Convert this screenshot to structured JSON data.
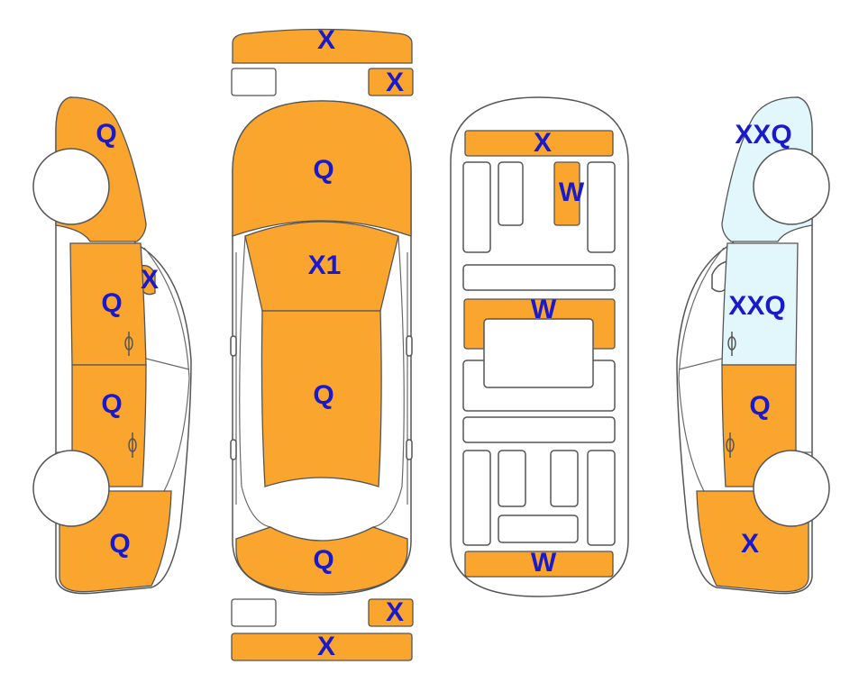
{
  "colors": {
    "damage_fill": "#FAA52E",
    "light_fill": "#E2F7FC",
    "none_fill": "#FFFFFF",
    "label_color": "#1A1ACD",
    "outline": "#555555"
  },
  "left_side": {
    "parts": [
      {
        "id": "front-fender",
        "label": "Q",
        "status": "damage"
      },
      {
        "id": "mirror",
        "label": "X",
        "status": "damage"
      },
      {
        "id": "front-door",
        "label": "Q",
        "status": "damage"
      },
      {
        "id": "rear-door",
        "label": "Q",
        "status": "damage"
      },
      {
        "id": "rear-quarter",
        "label": "Q",
        "status": "damage"
      }
    ]
  },
  "top_view": {
    "parts": [
      {
        "id": "front-bumper",
        "label": "X",
        "status": "damage"
      },
      {
        "id": "front-left-light",
        "label": "",
        "status": "none"
      },
      {
        "id": "front-right-light",
        "label": "X",
        "status": "damage"
      },
      {
        "id": "hood",
        "label": "Q",
        "status": "damage"
      },
      {
        "id": "windshield",
        "label": "X1",
        "status": "damage"
      },
      {
        "id": "roof",
        "label": "Q",
        "status": "damage"
      },
      {
        "id": "trunk",
        "label": "Q",
        "status": "damage"
      },
      {
        "id": "rear-left-light",
        "label": "",
        "status": "none"
      },
      {
        "id": "rear-right-light",
        "label": "X",
        "status": "damage"
      },
      {
        "id": "rear-bumper",
        "label": "X",
        "status": "damage"
      }
    ]
  },
  "underbody": {
    "parts": [
      {
        "id": "front-crossmember",
        "label": "X",
        "status": "damage"
      },
      {
        "id": "front-rail",
        "label": "W",
        "status": "damage"
      },
      {
        "id": "center-floor",
        "label": "W",
        "status": "damage"
      },
      {
        "id": "rear-crossmember",
        "label": "W",
        "status": "damage"
      }
    ]
  },
  "right_side": {
    "parts": [
      {
        "id": "front-fender",
        "label": "XXQ",
        "status": "light"
      },
      {
        "id": "front-door",
        "label": "XXQ",
        "status": "light"
      },
      {
        "id": "rear-door",
        "label": "Q",
        "status": "damage"
      },
      {
        "id": "rear-quarter",
        "label": "X",
        "status": "damage"
      }
    ]
  }
}
